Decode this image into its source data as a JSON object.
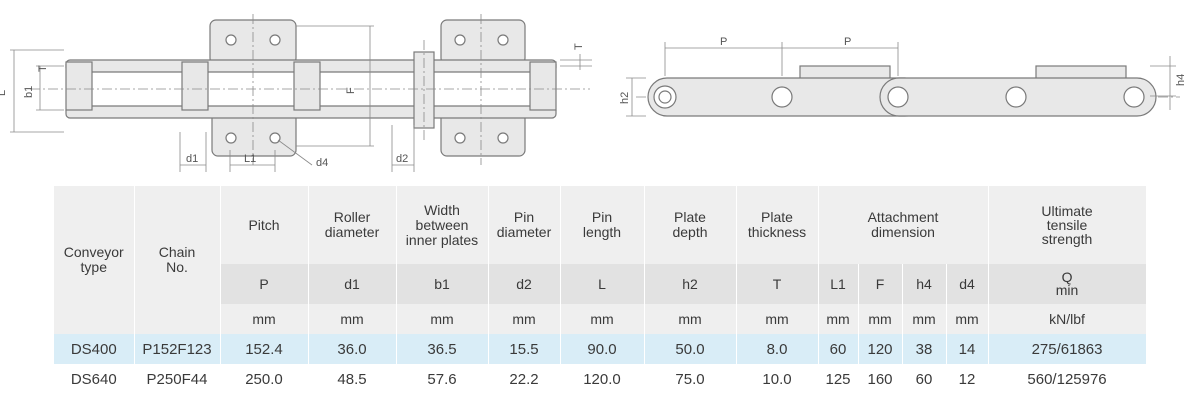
{
  "diagram_labels": {
    "L": "L",
    "b1": "b1",
    "T_left": "T",
    "F": "F",
    "d1": "d1",
    "L1": "L1",
    "d4": "d4",
    "d2": "d2",
    "T_top": "T",
    "P1": "P",
    "P2": "P",
    "h2": "h2",
    "h4": "h4"
  },
  "table": {
    "headers": {
      "conveyor_type": "Conveyor type",
      "chain_no": "Chain No.",
      "pitch": "Pitch",
      "roller_diameter": "Roller diameter",
      "width_inner": "Width between inner plates",
      "pin_diameter": "Pin diameter",
      "pin_length": "Pin length",
      "plate_depth": "Plate depth",
      "plate_thickness": "Plate thickness",
      "attachment": "Attachment dimension",
      "ultimate": "Ultimate tensile strength"
    },
    "symbols": [
      "P",
      "d1",
      "b1",
      "d2",
      "L",
      "h2",
      "T",
      "L1",
      "F",
      "h4",
      "d4",
      "Q min"
    ],
    "units": [
      "mm",
      "mm",
      "mm",
      "mm",
      "mm",
      "mm",
      "mm",
      "mm",
      "mm",
      "mm",
      "mm",
      "kN/lbf"
    ],
    "rows": [
      [
        "DS400",
        "P152F123",
        "152.4",
        "36.0",
        "36.5",
        "15.5",
        "90.0",
        "50.0",
        "8.0",
        "60",
        "120",
        "38",
        "14",
        "275/61863"
      ],
      [
        "DS640",
        "P250F44",
        "250.0",
        "48.5",
        "57.6",
        "22.2",
        "120.0",
        "75.0",
        "10.0",
        "125",
        "160",
        "60",
        "12",
        "560/125976"
      ]
    ]
  }
}
